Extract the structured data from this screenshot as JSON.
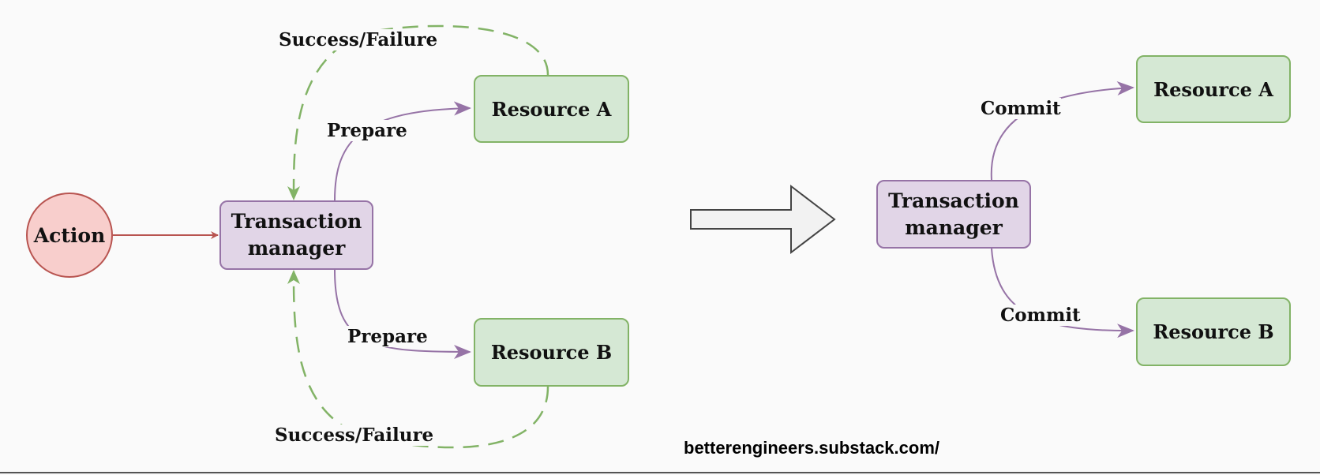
{
  "left": {
    "action": "Action",
    "transaction_manager": [
      "Transaction",
      "manager"
    ],
    "resource_a": "Resource A",
    "resource_b": "Resource B",
    "prepare_top": "Prepare",
    "prepare_bottom": "Prepare",
    "feedback_top": "Success/Failure",
    "feedback_bottom": "Success/Failure"
  },
  "right": {
    "transaction_manager": [
      "Transaction",
      "manager"
    ],
    "resource_a": "Resource A",
    "resource_b": "Resource B",
    "commit_top": "Commit",
    "commit_bottom": "Commit"
  },
  "footer": {
    "url": "betterengineers.substack.com/"
  },
  "colors": {
    "action_fill": "#f8cecc",
    "action_stroke": "#b85450",
    "manager_fill": "#e1d5e7",
    "manager_stroke": "#9673a6",
    "resource_fill": "#d5e8d4",
    "resource_stroke": "#82b366",
    "prepare_arrow": "#9673a6",
    "feedback_arrow": "#82b366",
    "action_arrow": "#b85450"
  }
}
